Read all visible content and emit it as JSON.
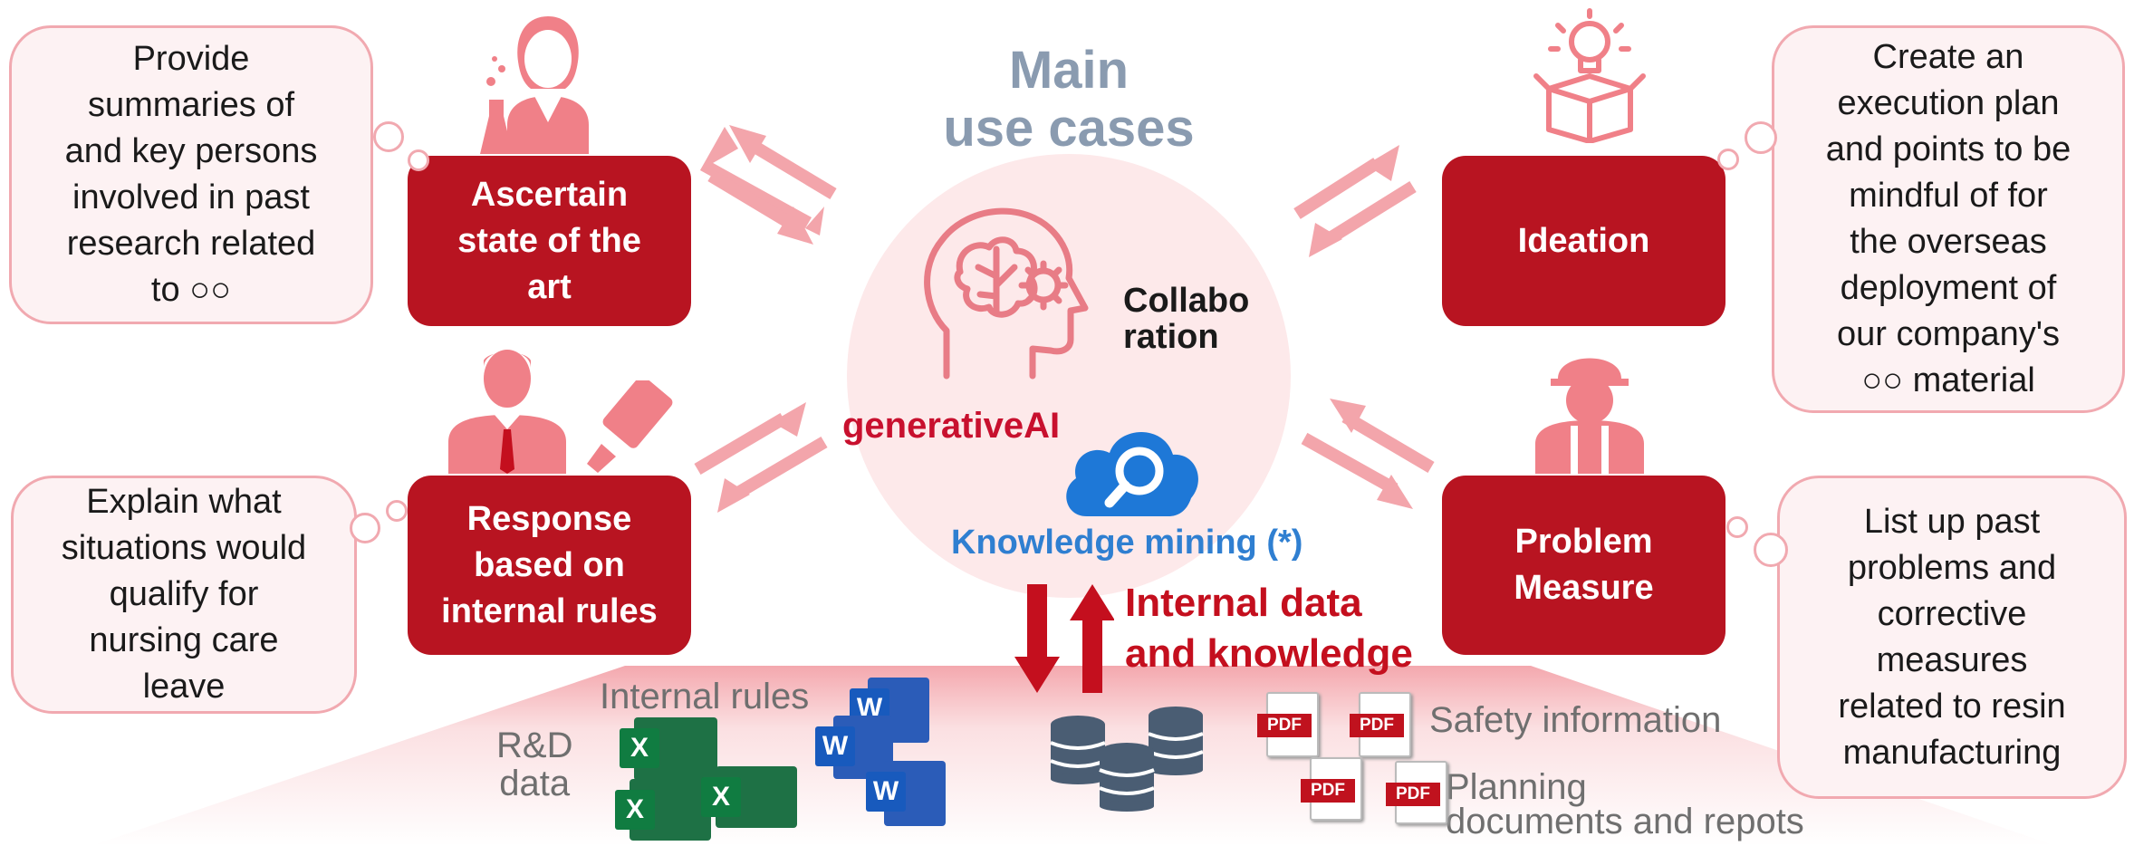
{
  "title": {
    "line1": "Main",
    "line2": "use cases"
  },
  "center": {
    "collab": "Collabo\nration",
    "ai_label": "generativeAI",
    "km_label": "Knowledge mining (*)",
    "flow_label": "Internal data\nand knowledge"
  },
  "use_cases": {
    "state_of_art": "Ascertain\nstate of the\nart",
    "ideation": "Ideation",
    "internal_rules": "Response\nbased on\ninternal rules",
    "problem": "Problem\nMeasure"
  },
  "bubbles": {
    "top_left": "Provide\nsummaries of\nand key persons\ninvolved in past\nresearch related\nto ○○",
    "bottom_left": "Explain what\nsituations would\nqualify for\nnursing care\nleave",
    "top_right": "Create an\nexecution plan\nand points to be\nmindful of for\nthe overseas\ndeployment of\nour company's\n○○ material",
    "bottom_right": "List up past\nproblems and\ncorrective\nmeasures\nrelated to resin\nmanufacturing"
  },
  "data_sources": {
    "rd_data": "R&D\ndata",
    "internal_rules": "Internal rules",
    "safety": "Safety information",
    "planning": "Planning\ndocuments and repots",
    "pdf_badge": "PDF",
    "excel_badge": "X",
    "word_badge": "W"
  },
  "colors": {
    "dark_red": "#b81421",
    "pink": "#f3a5ab",
    "pale": "#fdf2f3",
    "title_gray": "#8a9bb0",
    "km_blue": "#2f7fd1"
  },
  "icons": [
    "scientist-icon",
    "businessman-icon",
    "marker-icon",
    "lightbulb-box-icon",
    "worker-icon",
    "ai-head-icon",
    "cloud-search-icon",
    "database-icon",
    "excel-icon",
    "word-icon",
    "pdf-icon"
  ]
}
